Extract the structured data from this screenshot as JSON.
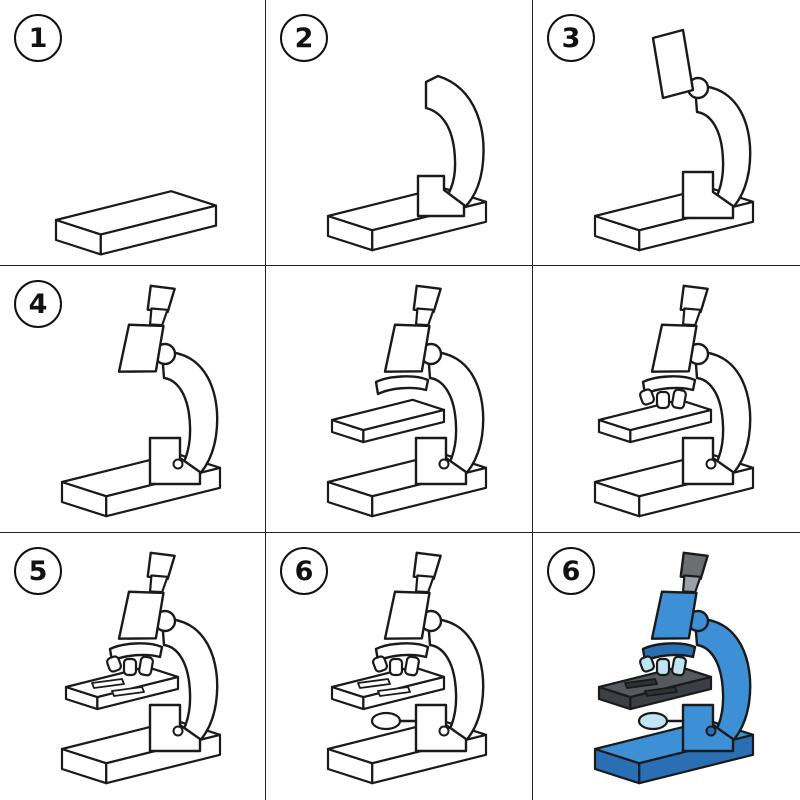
{
  "panels": [
    {
      "step_label": "1",
      "stage": 1
    },
    {
      "step_label": "2",
      "stage": 2
    },
    {
      "step_label": "3",
      "stage": 3
    },
    {
      "step_label": "4",
      "stage": 4
    },
    {
      "step_label": "",
      "stage": 5
    },
    {
      "step_label": "",
      "stage": 6
    },
    {
      "step_label": "5",
      "stage": 7
    },
    {
      "step_label": "6",
      "stage": 8
    },
    {
      "step_label": "6",
      "stage": 9,
      "colored": true
    }
  ],
  "colors": {
    "line": "#1a1a1a",
    "body_blue": "#3d8fd6",
    "body_blue_dark": "#2a6fb3",
    "stage_gray": "#555a60",
    "lens_light": "#bfe4f2",
    "tube_gray": "#6b6f74"
  }
}
